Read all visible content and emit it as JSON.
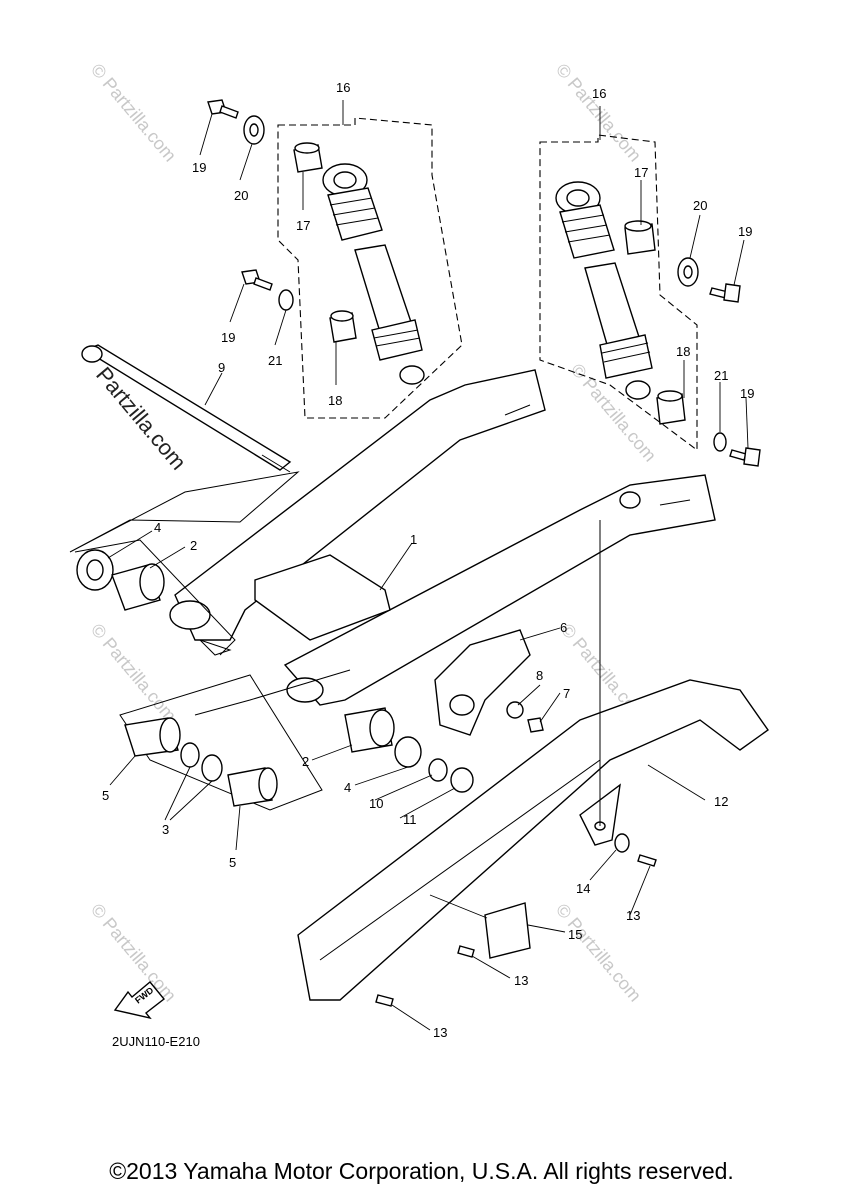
{
  "diagram": {
    "code": "2UJN110-E210",
    "fwd_label": "FWD",
    "watermark_brand": "Partzilla.com",
    "watermark_small": "© Partzilla.com",
    "callouts": {
      "c1": "1",
      "c2a": "2",
      "c2b": "2",
      "c3": "3",
      "c4a": "4",
      "c4b": "4",
      "c5a": "5",
      "c5b": "5",
      "c6": "6",
      "c7": "7",
      "c8": "8",
      "c9": "9",
      "c10": "10",
      "c11": "11",
      "c12": "12",
      "c13a": "13",
      "c13b": "13",
      "c13c": "13",
      "c14": "14",
      "c15": "15",
      "c16a": "16",
      "c16b": "16",
      "c17a": "17",
      "c17b": "17",
      "c18a": "18",
      "c18b": "18",
      "c19a": "19",
      "c19b": "19",
      "c19c": "19",
      "c19d": "19",
      "c20a": "20",
      "c20b": "20",
      "c21a": "21",
      "c21b": "21"
    }
  },
  "footer": {
    "copyright": "©2013 Yamaha Motor Corporation, U.S.A. All rights reserved."
  }
}
